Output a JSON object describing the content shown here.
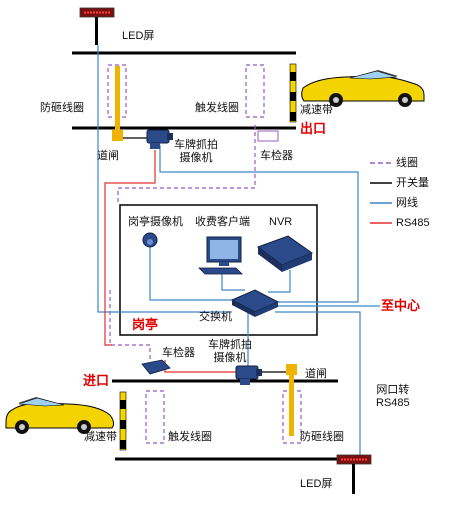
{
  "labels": {
    "led_top": "LED屏",
    "led_bottom": "LED屏",
    "anti_smash_loop_top": "防砸线圈",
    "trigger_loop_top": "触发线圈",
    "speed_bump_top": "减速带",
    "exit": "出口",
    "barrier_top": "道闸",
    "camera_top": "车牌抓拍\n摄像机",
    "detector_top": "车检器",
    "booth_camera": "岗亭摄像机",
    "client": "收费客户端",
    "nvr": "NVR",
    "booth": "岗亭",
    "switch": "交换机",
    "to_center": "至中心",
    "detector_bottom": "车检器",
    "camera_bottom": "车牌抓拍\n摄像机",
    "entrance": "进口",
    "barrier_bottom": "道闸",
    "net_rs485": "网口转\nRS485",
    "speed_bump_bottom": "减速带",
    "trigger_loop_bottom": "触发线圈",
    "anti_smash_loop_bottom": "防砸线圈"
  },
  "legend": [
    {
      "label": "线圈",
      "color": "#9b59c6",
      "style": "dashed"
    },
    {
      "label": "开关量",
      "color": "#000000",
      "style": "solid"
    },
    {
      "label": "网线",
      "color": "#3d86c6",
      "style": "solid"
    },
    {
      "label": "RS485",
      "color": "#e03030",
      "style": "solid"
    }
  ],
  "colors": {
    "loop": "#9b59c6",
    "switch_line": "#000000",
    "network": "#3d86c6",
    "rs485": "#e03030",
    "barrier": "#f0b400",
    "car": "#f3d400",
    "exit_entrance": "#e00000"
  }
}
